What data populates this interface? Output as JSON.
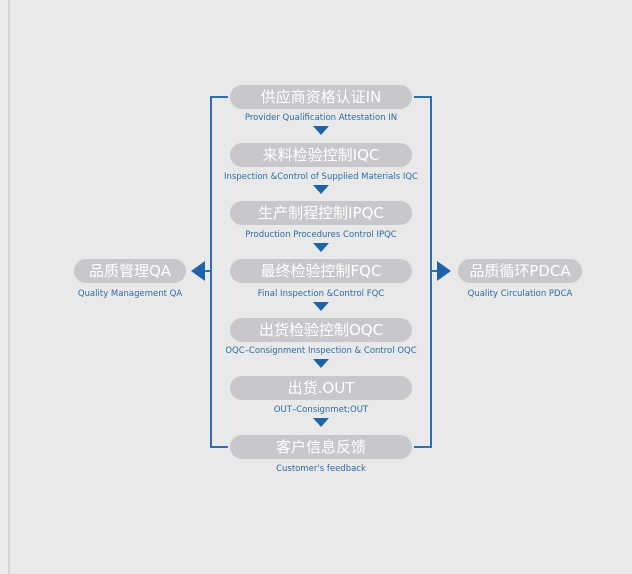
{
  "steps": [
    {
      "label": "供应商资格认证IN",
      "sub": "Provider Qualification Attestation IN"
    },
    {
      "label": "来料检验控制IQC",
      "sub": "Inspection &Control of Supplied Materials IQC"
    },
    {
      "label": "生产制程控制IPQC",
      "sub": "Production Procedures Control IPQC"
    },
    {
      "label": "最终检验控制FQC",
      "sub": "Final Inspection &Control FQC"
    },
    {
      "label": "出货检验控制OQC",
      "sub": "OQC–Consignment Inspection & Control OQC"
    },
    {
      "label": "出货.OUT",
      "sub": "OUT–Consignmet;OUT"
    },
    {
      "label": "客户信息反馈",
      "sub": "Customer's feedback"
    }
  ],
  "left_node": {
    "label": "品质管理QA",
    "sub": "Quality Management QA"
  },
  "right_node": {
    "label": "品质循环PDCA",
    "sub": "Quality Circulation PDCA"
  },
  "colors": {
    "pill": "#c6c8cb",
    "line": "#2f6fb0",
    "arrow": "#1e63a8",
    "subtext": "#2e6aa5"
  }
}
